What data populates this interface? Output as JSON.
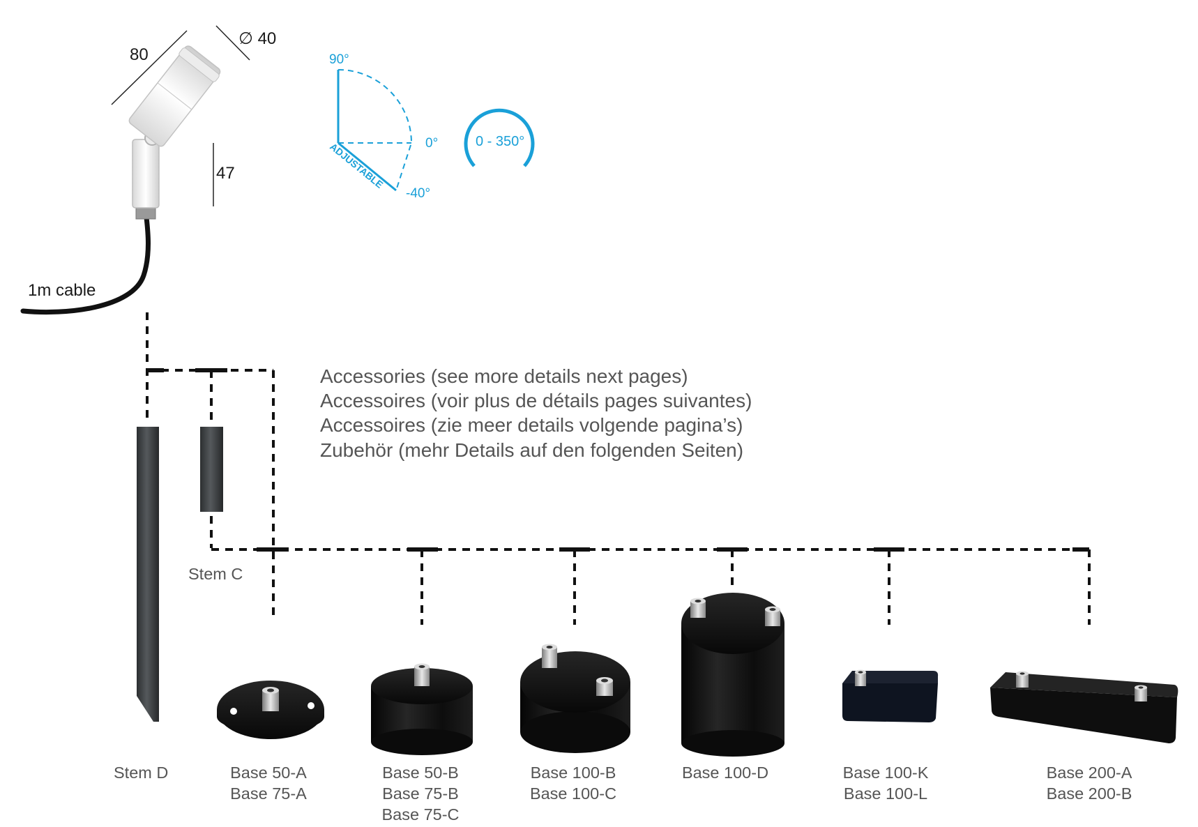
{
  "dimensions": {
    "length": "80",
    "diameter": "∅ 40",
    "height": "47",
    "cable": "1m cable"
  },
  "tilt": {
    "top_angle": "90°",
    "mid_angle": "0°",
    "bottom_angle": "-40°",
    "adjustable": "ADJUSTABLE",
    "rotation": "0 - 350°"
  },
  "accessories_note": [
    "Accessories (see more details next pages)",
    "Accessoires (voir plus de détails pages suivantes)",
    "Accessoires (zie meer details volgende pagina’s)",
    "Zubehör (mehr Details auf den folgenden Seiten)"
  ],
  "stems": {
    "stem_c": "Stem C",
    "stem_d": "Stem D"
  },
  "bases": [
    {
      "lines": [
        "Base 50-A",
        "Base 75-A"
      ]
    },
    {
      "lines": [
        "Base 50-B",
        "Base 75-B",
        "Base 75-C"
      ]
    },
    {
      "lines": [
        "Base 100-B",
        "Base 100-C"
      ]
    },
    {
      "lines": [
        "Base 100-D"
      ]
    },
    {
      "lines": [
        "Base 100-K",
        "Base 100-L"
      ]
    },
    {
      "lines": [
        "Base 200-A",
        "Base 200-B"
      ]
    }
  ],
  "colors": {
    "accent_blue": "#1aa0d8",
    "label_gray": "#555555",
    "line_black": "#111111",
    "product_black": "#111111",
    "stem_gray": "#3c3f42"
  }
}
